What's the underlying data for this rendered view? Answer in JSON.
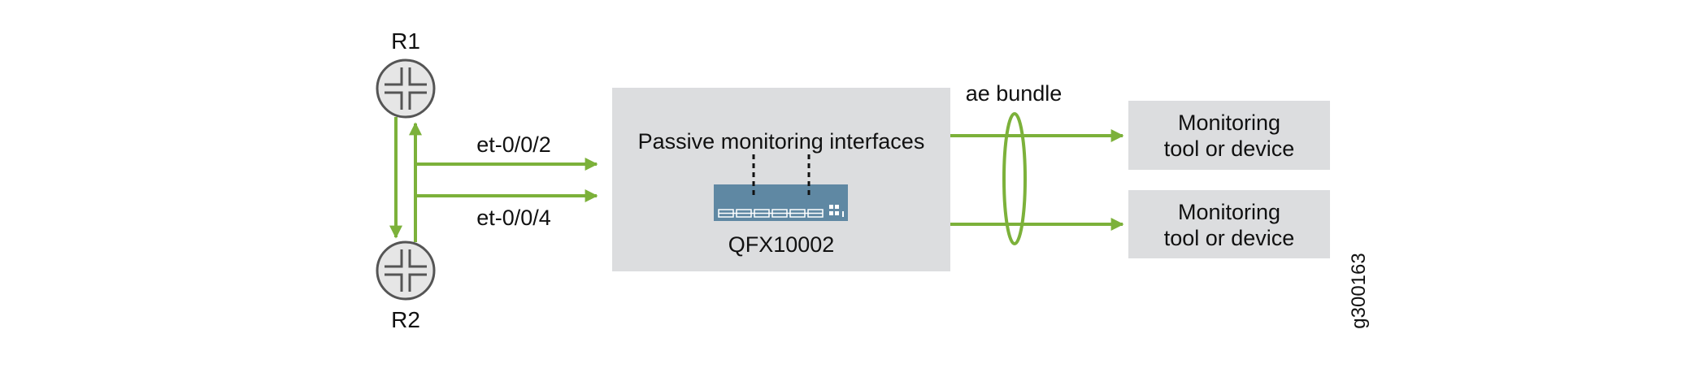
{
  "colors": {
    "link": "#7cb13a",
    "box": "#dcdddf",
    "switch": "#5f88a3",
    "router_fill": "#e6e6e6",
    "router_stroke": "#555555"
  },
  "routers": [
    {
      "label": "R1",
      "icon": "router-icon"
    },
    {
      "label": "R2",
      "icon": "router-icon"
    }
  ],
  "links": [
    {
      "label": "et-0/0/2"
    },
    {
      "label": "et-0/0/4"
    }
  ],
  "switch_box": {
    "title": "Passive monitoring interfaces",
    "device": "QFX10002",
    "icon": "switch-icon"
  },
  "bundle": {
    "label": "ae bundle"
  },
  "tools": [
    {
      "line1": "Monitoring",
      "line2": "tool or device"
    },
    {
      "line1": "Monitoring",
      "line2": "tool or device"
    }
  ],
  "figure_id": "g300163"
}
